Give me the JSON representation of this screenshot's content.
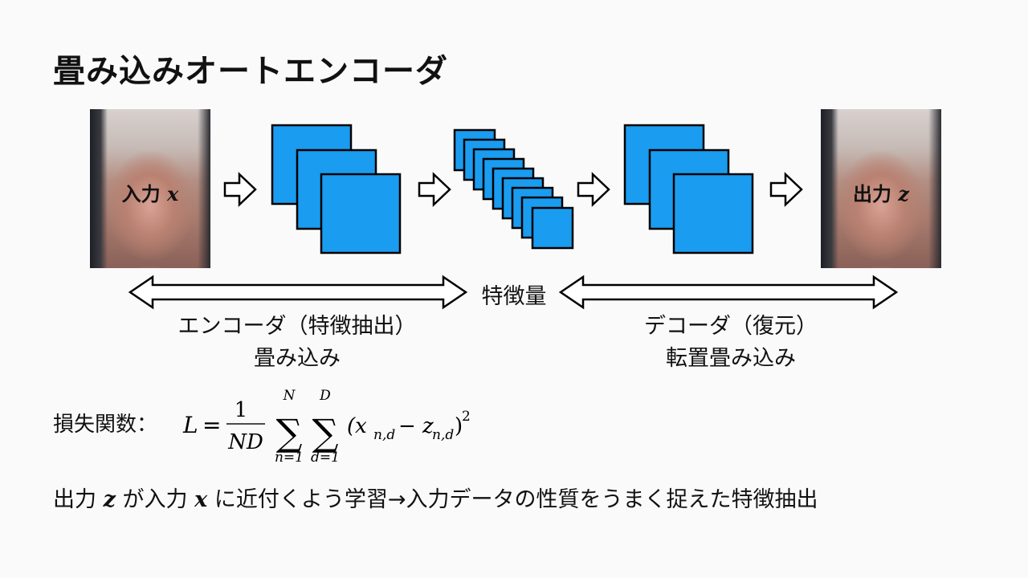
{
  "title": "畳み込みオートエンコーダ",
  "input": {
    "label": "入力",
    "var": "x"
  },
  "output": {
    "label": "出力",
    "var": "z"
  },
  "feature_label": "特徴量",
  "encoder": {
    "line1": "エンコーダ（特徴抽出）",
    "line2": "畳み込み"
  },
  "decoder": {
    "line1": "デコーダ（復元）",
    "line2": "転置畳み込み"
  },
  "loss": {
    "label": "損失関数：",
    "lhs": "L",
    "equals": "=",
    "numerator": "1",
    "denominator": "ND",
    "sum1_upper": "N",
    "sum1_lower": "n=1",
    "sum2_upper": "D",
    "sum2_lower": "d=1",
    "open": "(x",
    "sub1": "n,d",
    "minus": "− z",
    "sub2": "n,d",
    "close": ")",
    "power": "2"
  },
  "summary": {
    "part1": "出力",
    "var1": "z",
    "part2": "が入力",
    "var2": "x",
    "part3": "に近付くよう学習→入力データの性質をうまく捉えた特徴抽出"
  },
  "colors": {
    "block": "#1a9cf0",
    "outline": "#000000"
  }
}
